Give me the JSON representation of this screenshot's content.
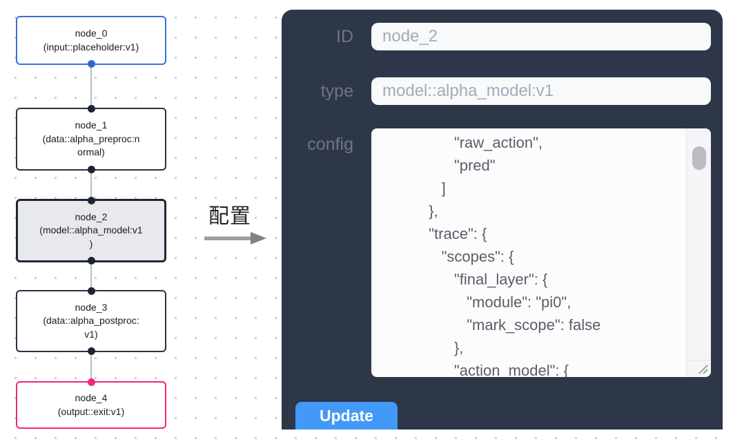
{
  "flow": {
    "nodes": [
      {
        "id": "node_0",
        "lines": [
          "node_0",
          "(input::placeholder:v1)"
        ]
      },
      {
        "id": "node_1",
        "lines": [
          "node_1",
          "(data::alpha_preproc:n",
          "ormal)"
        ]
      },
      {
        "id": "node_2",
        "lines": [
          "node_2",
          "(model::alpha_model:v1",
          ")"
        ],
        "selected": true
      },
      {
        "id": "node_3",
        "lines": [
          "node_3",
          "(data::alpha_postproc:",
          "v1)"
        ]
      },
      {
        "id": "node_4",
        "lines": [
          "node_4",
          "(output::exit:v1)"
        ]
      }
    ]
  },
  "transfer": {
    "label": "配置"
  },
  "panel": {
    "fields": [
      {
        "label": "ID",
        "value": "node_2"
      },
      {
        "label": "type",
        "value": "model::alpha_model:v1"
      },
      {
        "label": "config"
      }
    ],
    "config_text": "                 \"raw_action\",\n                 \"pred\"\n              ]\n           },\n           \"trace\": {\n              \"scopes\": {\n                 \"final_layer\": {\n                    \"module\": \"pi0\",\n                    \"mark_scope\": false\n                 },\n                 \"action_model\": {",
    "update_label": "Update"
  },
  "colors": {
    "panel_bg": "#2d3747",
    "accent_blue": "#3268d6",
    "accent_pink": "#f0257f",
    "button_blue": "#4299f7",
    "port_dark": "#1d2433",
    "selected_node_bg": "#e8e9ec"
  }
}
